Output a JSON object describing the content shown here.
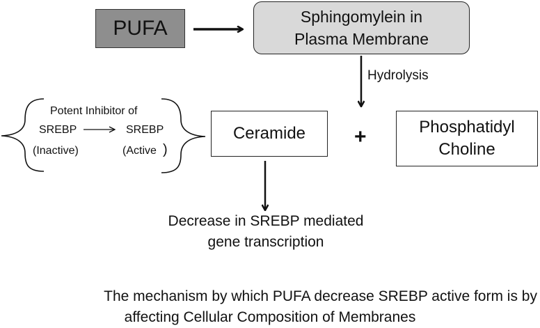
{
  "diagram": {
    "nodes": {
      "pufa": "PUFA",
      "sphingomyelin_line1": "Sphingomylein in",
      "sphingomyelin_line2": "Plasma Membrane",
      "ceramide": "Ceramide",
      "phosphatidyl_line1": "Phosphatidyl",
      "phosphatidyl_line2": "Choline"
    },
    "edge_labels": {
      "hydrolysis": "Hydrolysis",
      "plus": "+"
    },
    "brace_group": {
      "heading": "Potent Inhibitor of",
      "from_label": "SREBP",
      "from_state": "(Inactive)",
      "to_label": "SREBP",
      "to_state": "(Active",
      "to_state_close": ")"
    },
    "outcome": {
      "line1": "Decrease in SREBP mediated",
      "line2": "gene transcription"
    },
    "caption": {
      "line1": "The mechanism by which PUFA decrease SREBP active form is by",
      "line2": "affecting Cellular Composition of Membranes"
    },
    "colors": {
      "pufa_fill": "#8e8e8e",
      "sphingomyelin_fill": "#d9d9d9",
      "box_fill": "#ffffff",
      "stroke": "#111111"
    }
  }
}
